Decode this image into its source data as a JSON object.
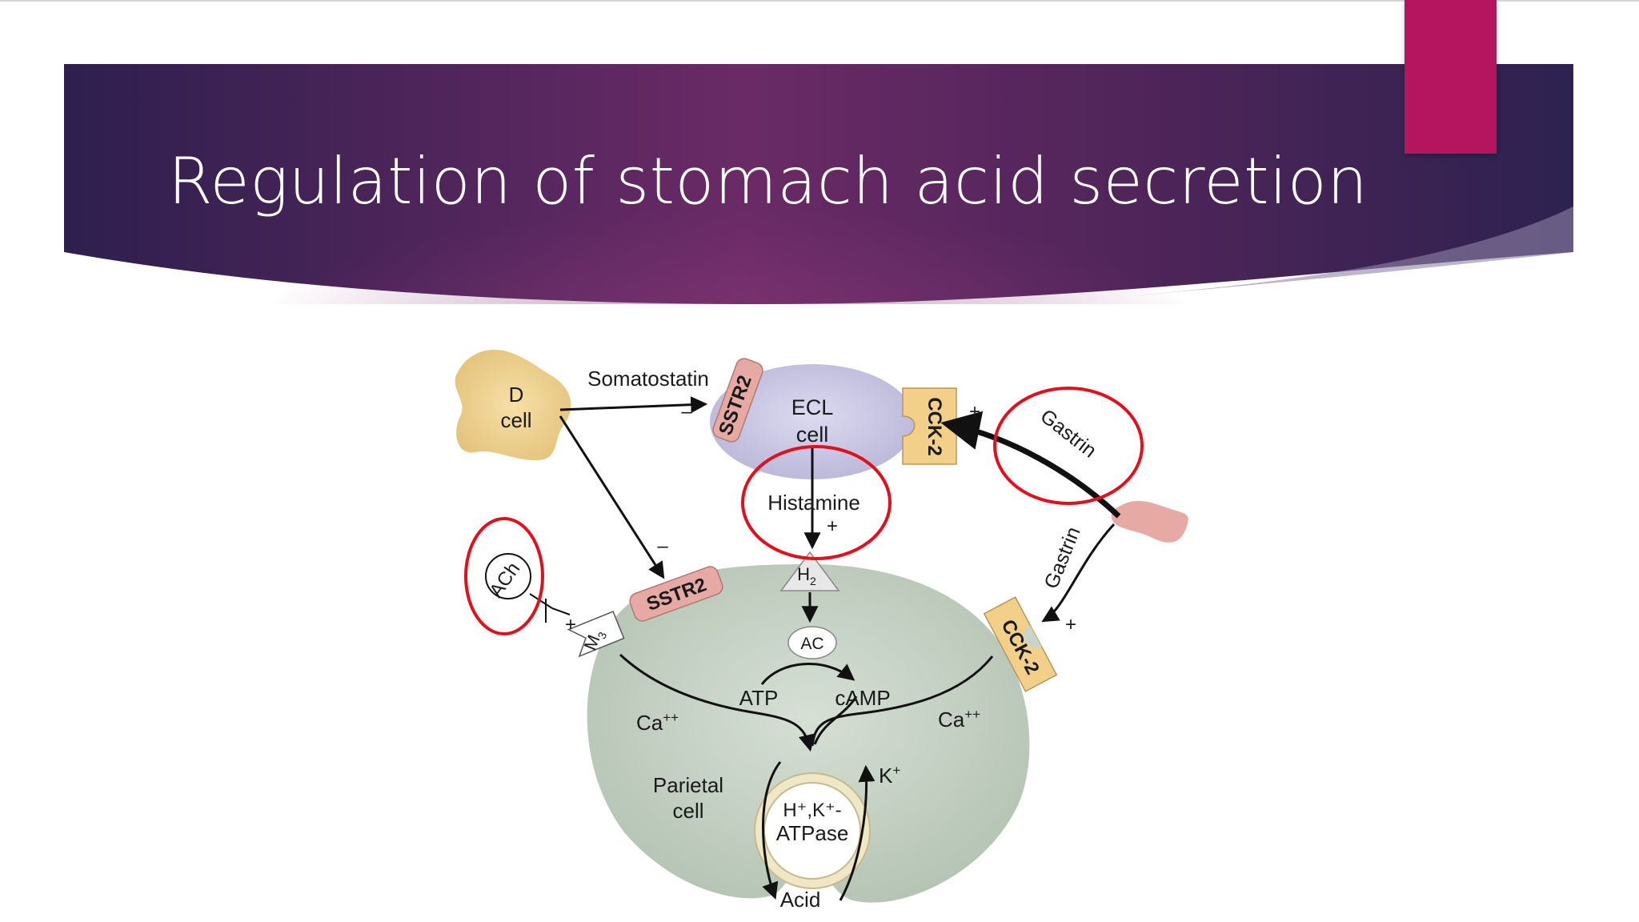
{
  "slide": {
    "title": "Regulation of stomach acid secretion",
    "colors": {
      "band_dark": "#2e1f4e",
      "band_mid": "#6a2a66",
      "accent_tab": "#b5145e",
      "highlight_circle": "#e0101c",
      "parietal_cell": "#c9d5c8",
      "ecl_cell": "#cfcde6",
      "d_cell": "#f0d49a",
      "receptor_tan": "#f2d08a",
      "receptor_pink": "#e6a9a3"
    }
  },
  "diagram": {
    "d_cell": "D\ncell",
    "ecl_cell": "ECL\ncell",
    "parietal_cell": "Parietal\ncell",
    "somatostatin": "Somatostatin",
    "sstr2_top": "SSTR2",
    "sstr2_parietal": "SSTR2",
    "cck2_ecl": "CCK-2",
    "cck2_parietal": "CCK-2",
    "gastrin_top": "Gastrin",
    "gastrin_side": "Gastrin",
    "histamine": "Histamine",
    "h2": "H",
    "h2_sub": "2",
    "ach": "ACh",
    "m3": "M",
    "m3_sub": "3",
    "ac": "AC",
    "atp": "ATP",
    "camp": "cAMP",
    "ca_left": "Ca",
    "ca_left_sup": "++",
    "ca_right": "Ca",
    "ca_right_sup": "++",
    "k": "K",
    "k_sup": "+",
    "atpase_line1": "H⁺,K⁺-",
    "atpase_line2": "ATPase",
    "acid": "Acid",
    "minus": "–",
    "plus": "+"
  }
}
